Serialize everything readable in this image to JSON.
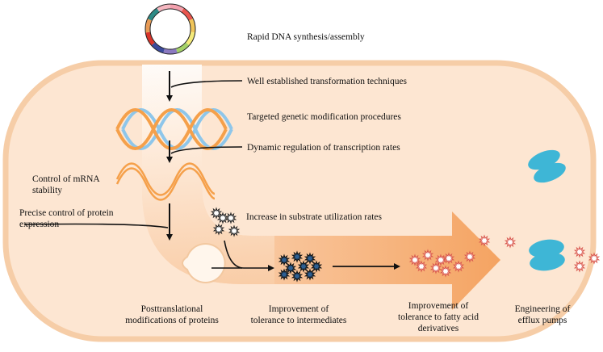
{
  "labels": {
    "dna_synthesis": "Rapid DNA synthesis/assembly",
    "transformation": "Well established transformation techniques",
    "genetic_modification": "Targeted genetic modification procedures",
    "transcription": "Dynamic regulation of  transcription rates",
    "mrna_line1": "Control of mRNA",
    "mrna_line2": "stability",
    "protein_expr_line1": "Precise control of protein",
    "protein_expr_line2": "expression",
    "substrate": "Increase in substrate utilization rates",
    "ptm_line1": "Posttranslational",
    "ptm_line2": "modifications of proteins",
    "intermediates_line1": "Improvement of",
    "intermediates_line2": "tolerance to intermediates",
    "fatty_line1": "Improvement of",
    "fatty_line2": "tolerance to fatty acid",
    "fatty_line3": "derivatives",
    "efflux_line1": "Engineering of",
    "efflux_line2": "efflux pumps"
  },
  "colors": {
    "cell_fill": "#fde6d2",
    "cell_stroke": "#f6cda7",
    "arrow_start": "#fbd9bd",
    "arrow_end": "#f4a05c",
    "dna_orange": "#f5a04a",
    "dna_blue": "#8ec6ea",
    "pump_blue": "#3eb6d6",
    "intermediate_blue": "#2e5f92",
    "fatty_red": "#d9574f"
  },
  "plasmid_colors": [
    "#f3a0ad",
    "#e8554e",
    "#f0c55a",
    "#f4ea7a",
    "#a4d168",
    "#8b79c0",
    "#3b4a9c",
    "#d8342a",
    "#e79a55",
    "#2e8a86",
    "#f5b7c0"
  ]
}
